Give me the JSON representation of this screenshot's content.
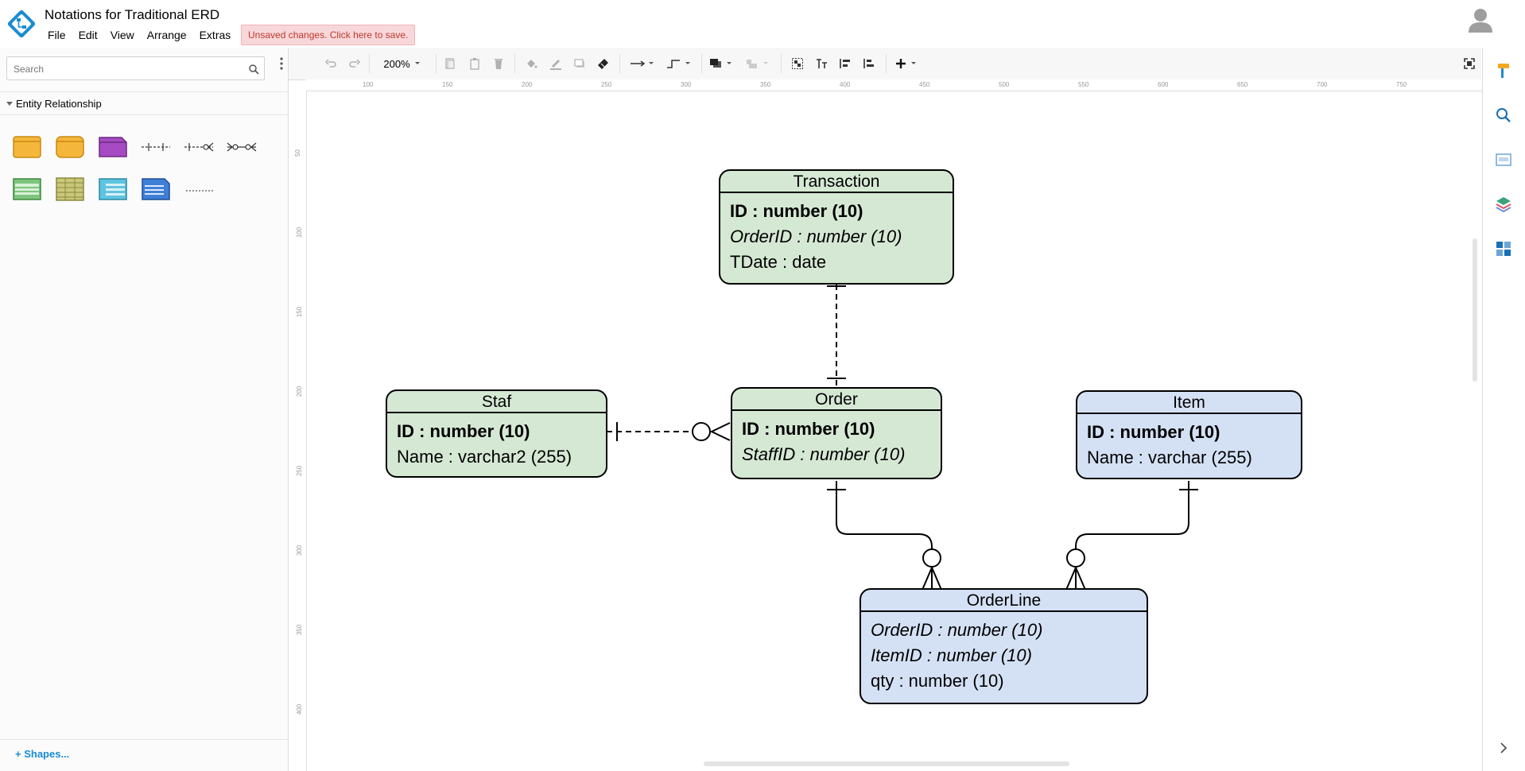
{
  "app": {
    "title": "Notations for Traditional ERD",
    "unsaved_notice": "Unsaved changes. Click here to save.",
    "menu": [
      "File",
      "Edit",
      "View",
      "Arrange",
      "Extras"
    ]
  },
  "sidebar": {
    "search_placeholder": "Search",
    "section_label": "Entity Relationship",
    "more_shapes": "+ Shapes..."
  },
  "toolbar": {
    "zoom": "200%"
  },
  "rulers": {
    "top": [
      "100",
      "150",
      "200",
      "250",
      "300",
      "350",
      "400",
      "450",
      "500",
      "550",
      "600",
      "650",
      "700",
      "750"
    ],
    "left": [
      "50",
      "100",
      "150",
      "200",
      "250",
      "300",
      "350",
      "400"
    ]
  },
  "diagram": {
    "transaction": {
      "title": "Transaction",
      "attrs": [
        "ID : number (10)",
        "OrderID : number (10)",
        "TDate : date"
      ]
    },
    "staf": {
      "title": "Staf",
      "attrs": [
        "ID : number (10)",
        "Name : varchar2 (255)"
      ]
    },
    "order": {
      "title": "Order",
      "attrs": [
        "ID : number (10)",
        "StaffID : number (10)"
      ]
    },
    "item": {
      "title": "Item",
      "attrs": [
        "ID : number (10)",
        "Name : varchar (255)"
      ]
    },
    "orderline": {
      "title": "OrderLine",
      "attrs": [
        "OrderID : number (10)",
        "ItemID : number (10)",
        "qty : number (10)"
      ]
    }
  },
  "colors": {
    "entity_green": "#d5e8d4",
    "entity_blue": "#d4e1f5",
    "accent": "#1a8bd3",
    "unsaved_text": "#c0392b"
  },
  "icons": {
    "logo": "drawio-logo",
    "user": "user-avatar-icon",
    "search": "search-icon"
  }
}
